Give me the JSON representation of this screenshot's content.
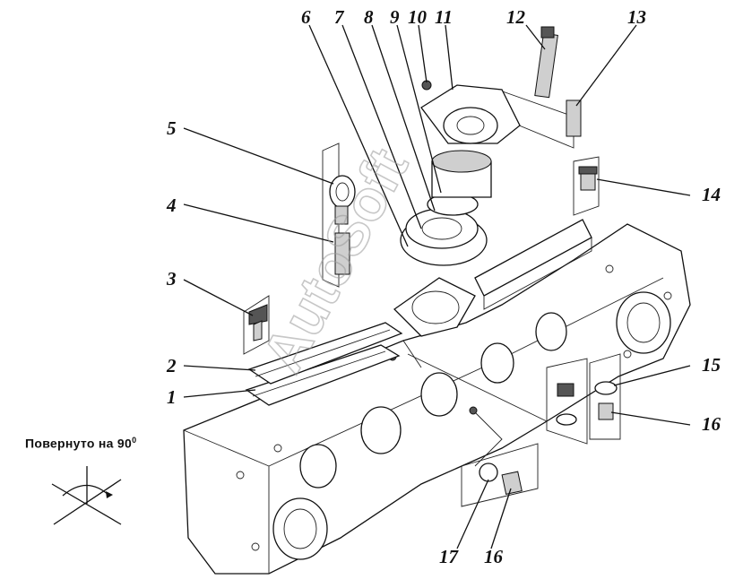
{
  "diagram": {
    "rotation_note": "Повернуто на 90",
    "rotation_note_sup": "0",
    "watermark": "AutoSoft",
    "callouts": [
      {
        "id": "1",
        "text": "1"
      },
      {
        "id": "2",
        "text": "2"
      },
      {
        "id": "3",
        "text": "3"
      },
      {
        "id": "4",
        "text": "4"
      },
      {
        "id": "5",
        "text": "5"
      },
      {
        "id": "6",
        "text": "6"
      },
      {
        "id": "7",
        "text": "7"
      },
      {
        "id": "8",
        "text": "8"
      },
      {
        "id": "9",
        "text": "9"
      },
      {
        "id": "10",
        "text": "10"
      },
      {
        "id": "11",
        "text": "11"
      },
      {
        "id": "12",
        "text": "12"
      },
      {
        "id": "13",
        "text": "13"
      },
      {
        "id": "14",
        "text": "14"
      },
      {
        "id": "15",
        "text": "15"
      },
      {
        "id": "16a",
        "text": "16"
      },
      {
        "id": "16b",
        "text": "16"
      },
      {
        "id": "17",
        "text": "17"
      }
    ]
  }
}
